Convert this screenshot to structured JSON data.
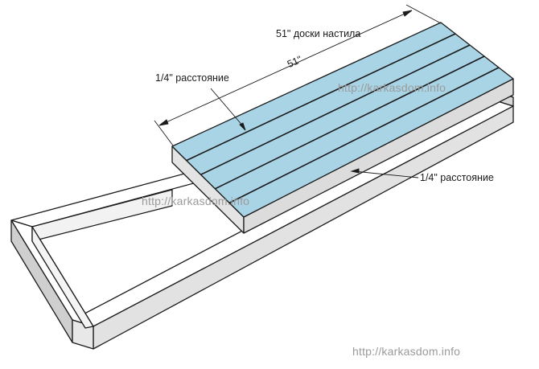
{
  "labels": {
    "deck_boards": "51\" доски настила",
    "length": "51\"",
    "gap_top": "1/4\" расстояние",
    "gap_right": "1/4\" расстояние"
  },
  "watermarks": [
    "http://karkasdom.info",
    "http://karkasdom.info",
    "http://karkasdom.info"
  ],
  "colors": {
    "frame": "#ffffff",
    "frame_shade": "#d4d4d4",
    "boards": "#a9d4e6",
    "boards_edge": "#7fb3c9",
    "lines": "#1a1a1a",
    "watermark": "#9a9a9a"
  },
  "board_count": 5
}
